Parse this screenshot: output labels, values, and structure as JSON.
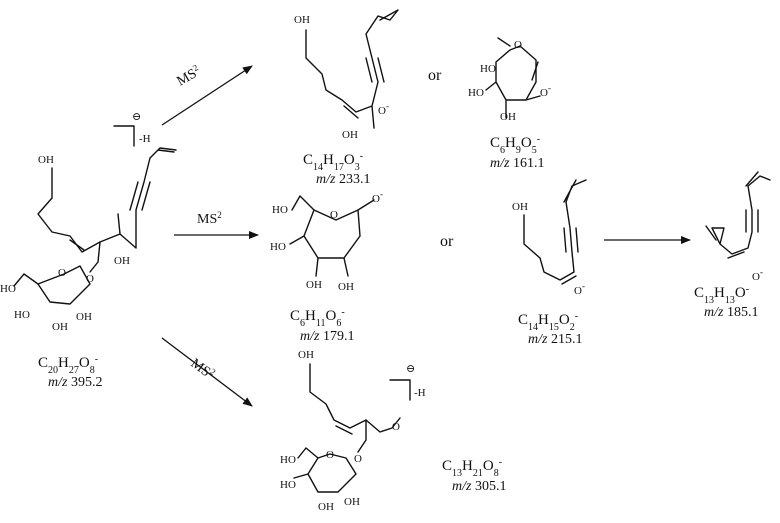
{
  "arrow_labels": {
    "top": {
      "text": "MS",
      "sup": "2"
    },
    "middle": {
      "text": "MS",
      "sup": "2"
    },
    "bottom": {
      "text": "MS",
      "sup": "2"
    }
  },
  "or_label": "or",
  "charge_note": "-H",
  "atoms": {
    "OH": "OH",
    "HO": "HO",
    "O": "O",
    "O_minus": "O",
    "minus": "-",
    "ominus": "⊖"
  },
  "compounds": {
    "parent": {
      "formula": {
        "C": "20",
        "H": "27",
        "O": "8",
        "charge": "-"
      },
      "mz_label": "m/z",
      "mz_value": "395.2"
    },
    "c233": {
      "formula": {
        "C": "14",
        "H": "17",
        "O": "3",
        "charge": "-"
      },
      "mz_label": "m/z",
      "mz_value": "233.1"
    },
    "c161": {
      "formula": {
        "C": "6",
        "H": "9",
        "O": "5",
        "charge": "-"
      },
      "mz_label": "m/z",
      "mz_value": "161.1"
    },
    "c179": {
      "formula": {
        "C": "6",
        "H": "11",
        "O": "6",
        "charge": "-"
      },
      "mz_label": "m/z",
      "mz_value": "179.1"
    },
    "c215": {
      "formula": {
        "C": "14",
        "H": "15",
        "O": "2",
        "charge": "-"
      },
      "mz_label": "m/z",
      "mz_value": "215.1"
    },
    "c185": {
      "formula": {
        "C": "13",
        "H": "13",
        "O": "",
        "charge": "-"
      },
      "mz_label": "m/z",
      "mz_value": "185.1"
    },
    "c305": {
      "formula": {
        "C": "13",
        "H": "21",
        "O": "8",
        "charge": "-"
      },
      "mz_label": "m/z",
      "mz_value": "305.1"
    }
  }
}
